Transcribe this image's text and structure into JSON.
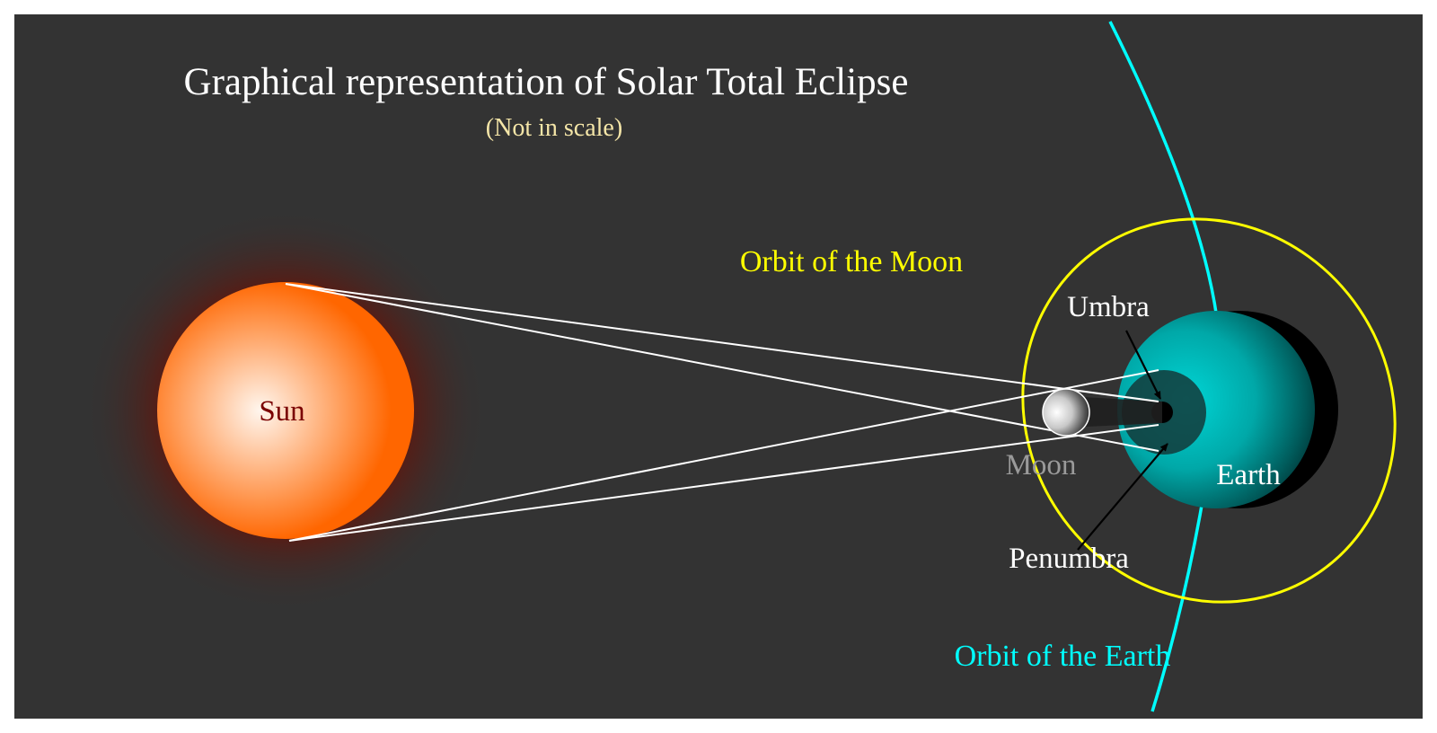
{
  "title": "Graphical representation of Solar Total Eclipse",
  "subtitle": "(Not in scale)",
  "labels": {
    "sun": "Sun",
    "moon": "Moon",
    "earth": "Earth",
    "umbra": "Umbra",
    "penumbra": "Penumbra",
    "orbit_moon": "Orbit of the Moon",
    "orbit_earth": "Orbit of the Earth"
  },
  "colors": {
    "background": "#333333",
    "title": "#ffffff",
    "subtitle": "#f5e6a8",
    "sun_label": "#7a0000",
    "moon_label": "#9a9a9a",
    "earth_label": "#ffffff",
    "orbit_moon": "#ffff00",
    "orbit_earth": "#00ffff",
    "sun_fill": "#ff6600",
    "earth_fill": "#00a0a0"
  }
}
